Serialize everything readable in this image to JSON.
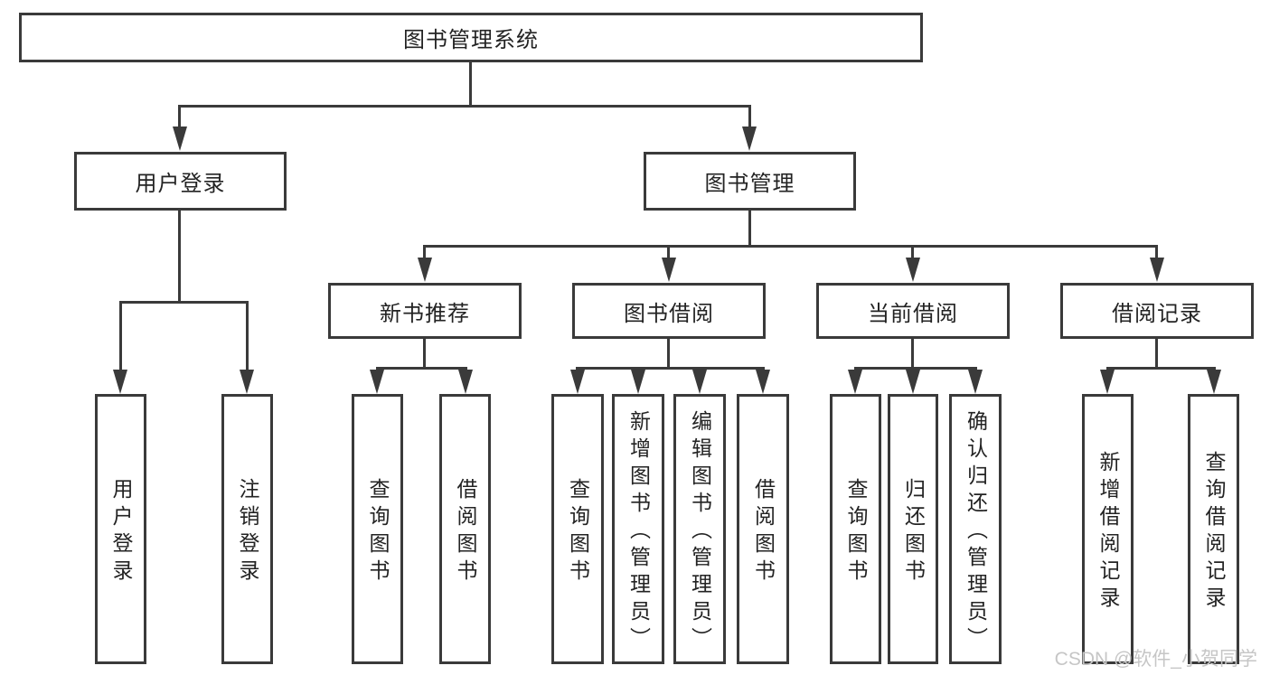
{
  "tree": {
    "root": "图书管理系统",
    "user": {
      "label": "用户登录",
      "children": [
        "用户登录",
        "注销登录"
      ]
    },
    "book": {
      "label": "图书管理",
      "recommend": {
        "label": "新书推荐",
        "children": [
          "查询图书",
          "借阅图书"
        ]
      },
      "borrow": {
        "label": "图书借阅",
        "children": [
          "查询图书",
          "新增图书（管理员）",
          "编辑图书（管理员）",
          "借阅图书"
        ]
      },
      "current": {
        "label": "当前借阅",
        "children": [
          "查询图书",
          "归还图书",
          "确认归还（管理员）"
        ]
      },
      "records": {
        "label": "借阅记录",
        "children": [
          "新增借阅记录",
          "查询借阅记录"
        ]
      }
    }
  },
  "watermark": "CSDN @软件_小贺同学",
  "colors": {
    "line": "#3a3a3a",
    "text": "#232323",
    "watermark": "#c6c6c6",
    "background": "#ffffff"
  }
}
